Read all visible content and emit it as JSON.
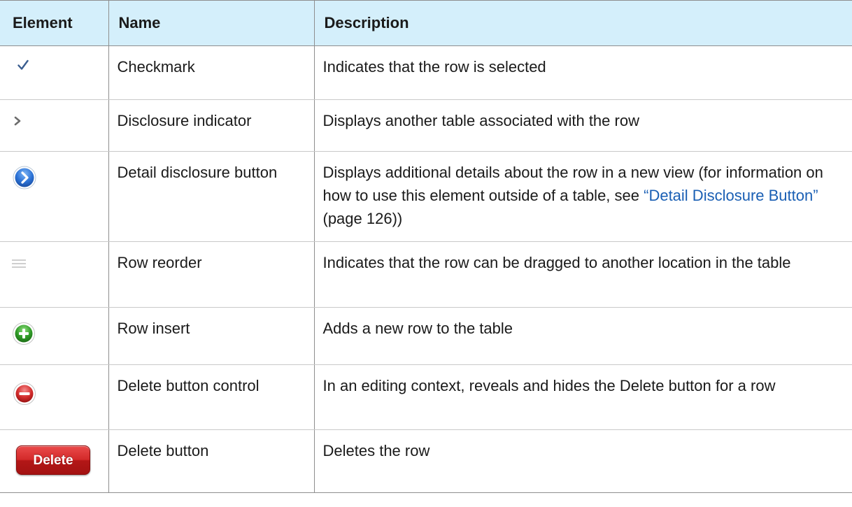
{
  "table": {
    "headers": {
      "element": "Element",
      "name": "Name",
      "description": "Description"
    },
    "rows": [
      {
        "icon": "checkmark-icon",
        "name": "Checkmark",
        "description": "Indicates that the row is selected"
      },
      {
        "icon": "chevron-right-icon",
        "name": "Disclosure indicator",
        "description": "Displays another table associated with the row"
      },
      {
        "icon": "detail-disclosure-icon",
        "name": "Detail disclosure button",
        "description_before": "Displays additional details about the row in a new view (for information on how to use this element outside of a table, see ",
        "description_link": "“Detail Disclosure Button”",
        "description_after": " (page 126))"
      },
      {
        "icon": "reorder-grip-icon",
        "name": "Row reorder",
        "description": "Indicates that the row can be dragged to another location in the table"
      },
      {
        "icon": "plus-circle-icon",
        "name": "Row insert",
        "description": "Adds a new row to the table"
      },
      {
        "icon": "minus-circle-icon",
        "name": "Delete button control",
        "description": "In an editing context, reveals and hides the Delete button for a row"
      },
      {
        "icon": "delete-button",
        "button_label": "Delete",
        "name": "Delete button",
        "description": "Deletes the row"
      }
    ]
  },
  "colors": {
    "header_background": "#d4effb",
    "link": "#1a5fb4",
    "checkmark": "#3a5d8f",
    "detail_blue": "#2b72d6",
    "insert_green": "#2f9a26",
    "delete_red": "#d22b2b"
  }
}
